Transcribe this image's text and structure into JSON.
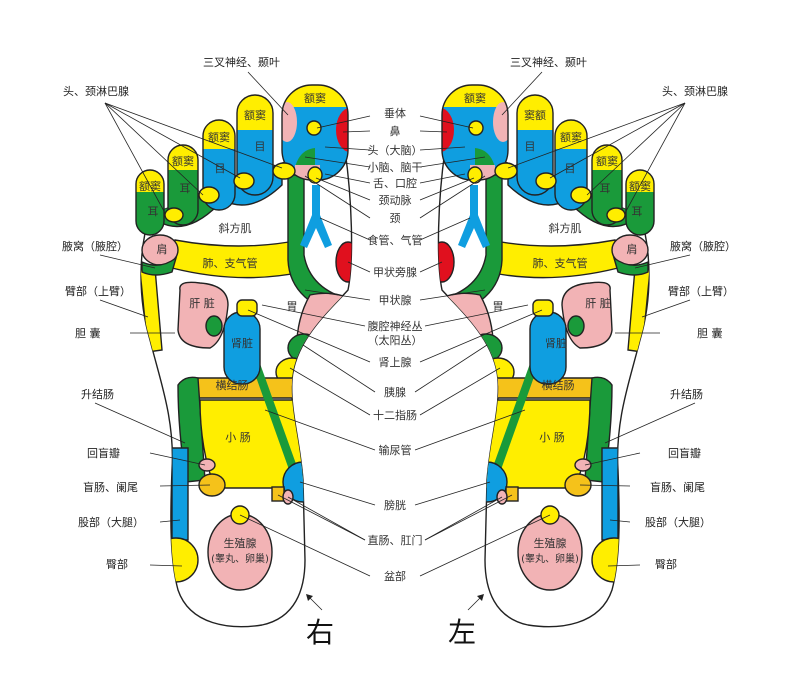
{
  "colors": {
    "yellow": "#ffee00",
    "blue": "#0f9ee0",
    "green": "#1a9a3a",
    "pink": "#f2b3b5",
    "red": "#e0101e",
    "orange": "#f5c21a"
  },
  "side_labels": {
    "trigeminal": "三叉神经、颞叶",
    "lymph": "头、颈淋巴腺",
    "armpit": "腋窝（腋腔）",
    "upper_arm": "臂部（上臂）",
    "gallbladder": "胆 囊",
    "ascending_colon": "升结肠",
    "ileocecal": "回盲瓣",
    "cecum": "盲肠、阑尾",
    "thigh": "股部（大腿）",
    "hip": "臀部"
  },
  "center_labels": [
    "垂体",
    "鼻",
    "头（大脑）",
    "小脑、脑干",
    "舌、口腔",
    "颈动脉",
    "颈",
    "食管、气管",
    "甲状旁腺",
    "甲状腺",
    "腹腔神经丛",
    "（太阳丛）",
    "肾上腺",
    "胰腺",
    "十二指肠",
    "输尿管",
    "膀胱",
    "直肠、肛门",
    "盆部"
  ],
  "right_foot": {
    "title": "右",
    "toes": [
      "额窦",
      "额窦",
      "额窦",
      "额窦",
      "额窦"
    ],
    "eyes": [
      "目",
      "目"
    ],
    "ears": [
      "耳",
      "耳"
    ],
    "trapezius": "斜方肌",
    "shoulder": "肩",
    "lung": "肺、支气管",
    "liver": "肝 脏",
    "kidney": "肾脏",
    "stomach": "胃",
    "transverse_colon": "横结肠",
    "small_intestine": "小 肠",
    "gonad": "生殖腺",
    "gonad_sub": "(睾丸、卵巢)"
  },
  "left_foot": {
    "title": "左",
    "toes": [
      "额窦",
      "窦额",
      "额窦",
      "额窦",
      "额窦"
    ],
    "eyes": [
      "目",
      "目"
    ],
    "ears": [
      "耳",
      "耳"
    ],
    "trapezius": "斜方肌",
    "shoulder": "肩",
    "lung": "肺、支气管",
    "liver": "肝 脏",
    "kidney": "肾脏",
    "stomach": "胃",
    "transverse_colon": "横结肠",
    "small_intestine": "小 肠",
    "gonad": "生殖腺",
    "gonad_sub": "(睾丸、卵巢)"
  }
}
